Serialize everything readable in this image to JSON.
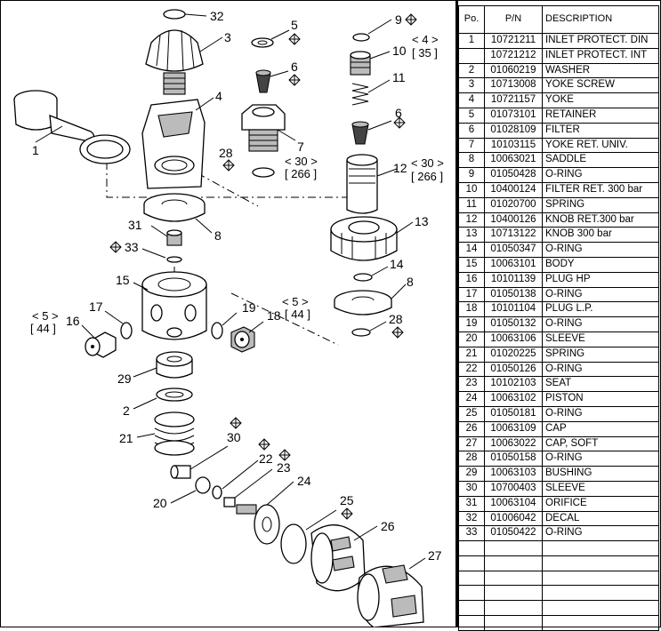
{
  "diagram": {
    "callouts": {
      "c1": "1",
      "c2": "2",
      "c3": "3",
      "c4": "4",
      "c5": "5",
      "c6a": "6",
      "c6b": "6",
      "c7": "7",
      "c8a": "8",
      "c8b": "8",
      "c9": "9",
      "c10": "10",
      "c11": "11",
      "c12": "12",
      "c13": "13",
      "c14": "14",
      "c15": "15",
      "c16": "16",
      "c17": "17",
      "c18": "18",
      "c19": "19",
      "c20": "20",
      "c21": "21",
      "c22": "22",
      "c23": "23",
      "c24": "24",
      "c25": "25",
      "c26": "26",
      "c27": "27",
      "c28a": "28",
      "c28b": "28",
      "c29": "29",
      "c30": "30",
      "c31": "31",
      "c32": "32",
      "c33": "33"
    },
    "torques": {
      "t4": "< 4 >",
      "t35": "[ 35 ]",
      "t30a": "< 30 >",
      "t266a": "[ 266 ]",
      "t30b": "< 30 >",
      "t266b": "[ 266 ]",
      "t5a": "< 5 >",
      "t44a": "[ 44 ]",
      "t5b": "< 5 >",
      "t44b": "[ 44 ]"
    },
    "lube_symbol": "grease-diamond-icon"
  },
  "parts_table": {
    "headers": {
      "po": "Po.",
      "pn": "P/N",
      "desc": "DESCRIPTION"
    },
    "rows": [
      {
        "po": "1",
        "pn": "10721211",
        "desc": "INLET PROTECT. DIN"
      },
      {
        "po": "",
        "pn": "10721212",
        "desc": "INLET PROTECT. INT"
      },
      {
        "po": "2",
        "pn": "01060219",
        "desc": "WASHER"
      },
      {
        "po": "3",
        "pn": "10713008",
        "desc": "YOKE SCREW"
      },
      {
        "po": "4",
        "pn": "10721157",
        "desc": "YOKE"
      },
      {
        "po": "5",
        "pn": "01073101",
        "desc": "RETAINER"
      },
      {
        "po": "6",
        "pn": "01028109",
        "desc": "FILTER"
      },
      {
        "po": "7",
        "pn": "10103115",
        "desc": "YOKE RET. UNIV."
      },
      {
        "po": "8",
        "pn": "10063021",
        "desc": "SADDLE"
      },
      {
        "po": "9",
        "pn": "01050428",
        "desc": "O-RING"
      },
      {
        "po": "10",
        "pn": "10400124",
        "desc": "FILTER RET. 300 bar"
      },
      {
        "po": "11",
        "pn": "01020700",
        "desc": "SPRING"
      },
      {
        "po": "12",
        "pn": "10400126",
        "desc": "KNOB RET.300 bar"
      },
      {
        "po": "13",
        "pn": "10713122",
        "desc": "KNOB 300 bar"
      },
      {
        "po": "14",
        "pn": "01050347",
        "desc": "O-RING"
      },
      {
        "po": "15",
        "pn": "10063101",
        "desc": "BODY"
      },
      {
        "po": "16",
        "pn": "10101139",
        "desc": "PLUG HP"
      },
      {
        "po": "17",
        "pn": "01050138",
        "desc": "O-RING"
      },
      {
        "po": "18",
        "pn": "10101104",
        "desc": "PLUG L.P."
      },
      {
        "po": "19",
        "pn": "01050132",
        "desc": "O-RING"
      },
      {
        "po": "20",
        "pn": "10063106",
        "desc": "SLEEVE"
      },
      {
        "po": "21",
        "pn": "01020225",
        "desc": "SPRING"
      },
      {
        "po": "22",
        "pn": "01050126",
        "desc": "O-RING"
      },
      {
        "po": "23",
        "pn": "10102103",
        "desc": "SEAT"
      },
      {
        "po": "24",
        "pn": "10063102",
        "desc": "PISTON"
      },
      {
        "po": "25",
        "pn": "01050181",
        "desc": "O-RING"
      },
      {
        "po": "26",
        "pn": "10063109",
        "desc": "CAP"
      },
      {
        "po": "27",
        "pn": "10063022",
        "desc": "CAP, SOFT"
      },
      {
        "po": "28",
        "pn": "01050158",
        "desc": "O-RING"
      },
      {
        "po": "29",
        "pn": "10063103",
        "desc": "BUSHING"
      },
      {
        "po": "30",
        "pn": "10700403",
        "desc": "SLEEVE"
      },
      {
        "po": "31",
        "pn": "10063104",
        "desc": " ORIFICE"
      },
      {
        "po": "32",
        "pn": "01006042",
        "desc": " DECAL"
      },
      {
        "po": "33",
        "pn": "01050422",
        "desc": "O-RING"
      },
      {
        "po": "",
        "pn": "",
        "desc": ""
      },
      {
        "po": "",
        "pn": "",
        "desc": ""
      },
      {
        "po": "",
        "pn": "",
        "desc": ""
      },
      {
        "po": "",
        "pn": "",
        "desc": ""
      },
      {
        "po": "",
        "pn": "",
        "desc": ""
      },
      {
        "po": "",
        "pn": "",
        "desc": ""
      }
    ]
  }
}
